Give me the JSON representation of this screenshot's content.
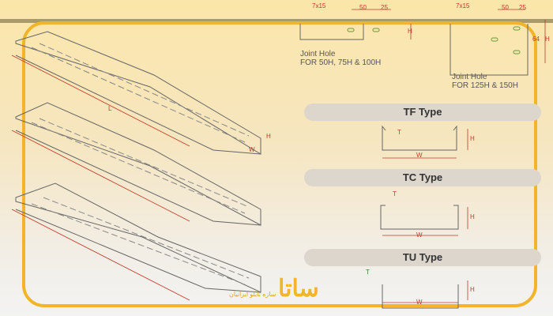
{
  "joint_holes": [
    {
      "hole": "7x15",
      "d1": "50",
      "d2": "25",
      "h": "H",
      "caption1": "Joint Hole",
      "caption2": "FOR 50H, 75H & 100H"
    },
    {
      "hole": "7x15",
      "d1": "50",
      "d2": "25",
      "h": "H",
      "d3": "64",
      "caption1": "Joint Hole",
      "caption2": "FOR 125H & 150H"
    }
  ],
  "types": [
    {
      "label": "TF Type",
      "t": "T",
      "w": "W",
      "h": "H"
    },
    {
      "label": "TC Type",
      "t": "T",
      "w": "W",
      "h": "H"
    },
    {
      "label": "TU Type",
      "t": "T",
      "w": "W",
      "h": "H"
    }
  ],
  "tray_dims": {
    "l": "L",
    "w": "W",
    "h": "H"
  },
  "logo": {
    "text": "ساتا",
    "tagline": "سازه تابلو ایرانیان"
  },
  "colors": {
    "accent": "#f2b52a",
    "dim": "#c0392b"
  }
}
